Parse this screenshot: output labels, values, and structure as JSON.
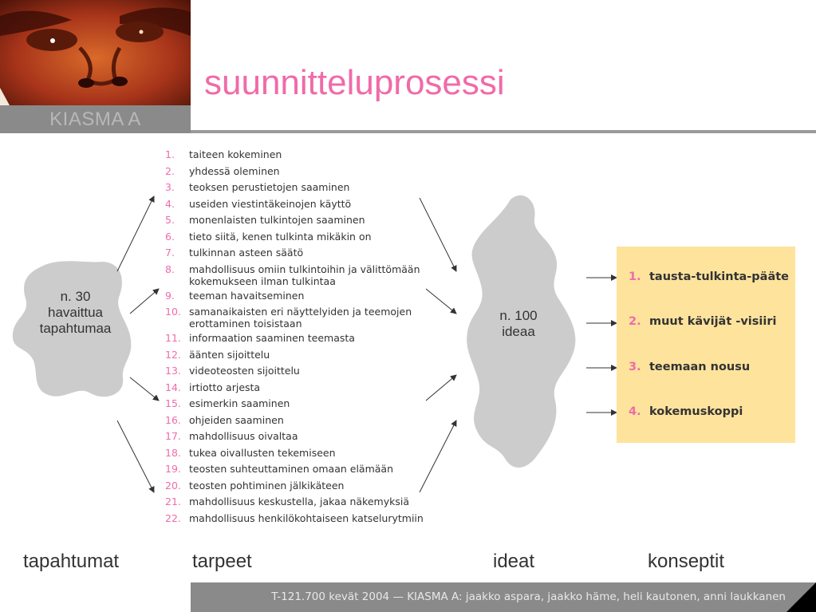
{
  "brand": "KIASMA A",
  "title": "suunnitteluprosessi",
  "events_blob": [
    "n. 30",
    "havaittua",
    "tapahtumaa"
  ],
  "ideas_blob": [
    "n. 100",
    "ideaa"
  ],
  "needs": [
    {
      "n": "1.",
      "text": "taiteen kokeminen"
    },
    {
      "n": "2.",
      "text": "yhdessä oleminen"
    },
    {
      "n": "3.",
      "text": "teoksen perustietojen saaminen"
    },
    {
      "n": "4.",
      "text": "useiden viestintäkeinojen käyttö"
    },
    {
      "n": "5.",
      "text": "monenlaisten tulkintojen saaminen"
    },
    {
      "n": "6.",
      "text": "tieto siitä, kenen tulkinta mikäkin on"
    },
    {
      "n": "7.",
      "text": "tulkinnan asteen säätö"
    },
    {
      "n": "8.",
      "text": "mahdollisuus omiin tulkintoihin ja välittömään kokemukseen ilman tulkintaa"
    },
    {
      "n": "9.",
      "text": "teeman havaitseminen"
    },
    {
      "n": "10.",
      "text": "samanaikaisten eri näyttelyiden ja teemojen erottaminen toisistaan"
    },
    {
      "n": "11.",
      "text": "informaation saaminen teemasta"
    },
    {
      "n": "12.",
      "text": "äänten sijoittelu"
    },
    {
      "n": "13.",
      "text": "videoteosten sijoittelu"
    },
    {
      "n": "14.",
      "text": "irtiotto arjesta"
    },
    {
      "n": "15.",
      "text": "esimerkin saaminen"
    },
    {
      "n": "16.",
      "text": "ohjeiden saaminen"
    },
    {
      "n": "17.",
      "text": "mahdollisuus oivaltaa"
    },
    {
      "n": "18.",
      "text": "tukea oivallusten tekemiseen"
    },
    {
      "n": "19.",
      "text": "teosten suhteuttaminen omaan elämään"
    },
    {
      "n": "20.",
      "text": "teosten pohtiminen jälkikäteen"
    },
    {
      "n": "21.",
      "text": "mahdollisuus keskustella, jakaa näkemyksiä"
    },
    {
      "n": "22.",
      "text": "mahdollisuus henkilökohtaiseen katselurytmiin"
    }
  ],
  "concepts": [
    {
      "n": "1.",
      "text": "tausta-tulkinta-pääte"
    },
    {
      "n": "2.",
      "text": "muut kävijät -visiiri"
    },
    {
      "n": "3.",
      "text": "teemaan nousu"
    },
    {
      "n": "4.",
      "text": "kokemuskoppi"
    }
  ],
  "labels": {
    "events": "tapahtumat",
    "needs": "tarpeet",
    "ideas": "ideat",
    "concepts": "konseptit"
  },
  "footer": "T-121.700 kevät 2004 — KIASMA A: jaakko aspara, jaakko häme, heli kautonen, anni laukkanen",
  "colors": {
    "accent": "#f06ba8",
    "gray_bar": "#8a8a8a",
    "blob": "#cccccc",
    "concept_box": "#fde39c"
  }
}
